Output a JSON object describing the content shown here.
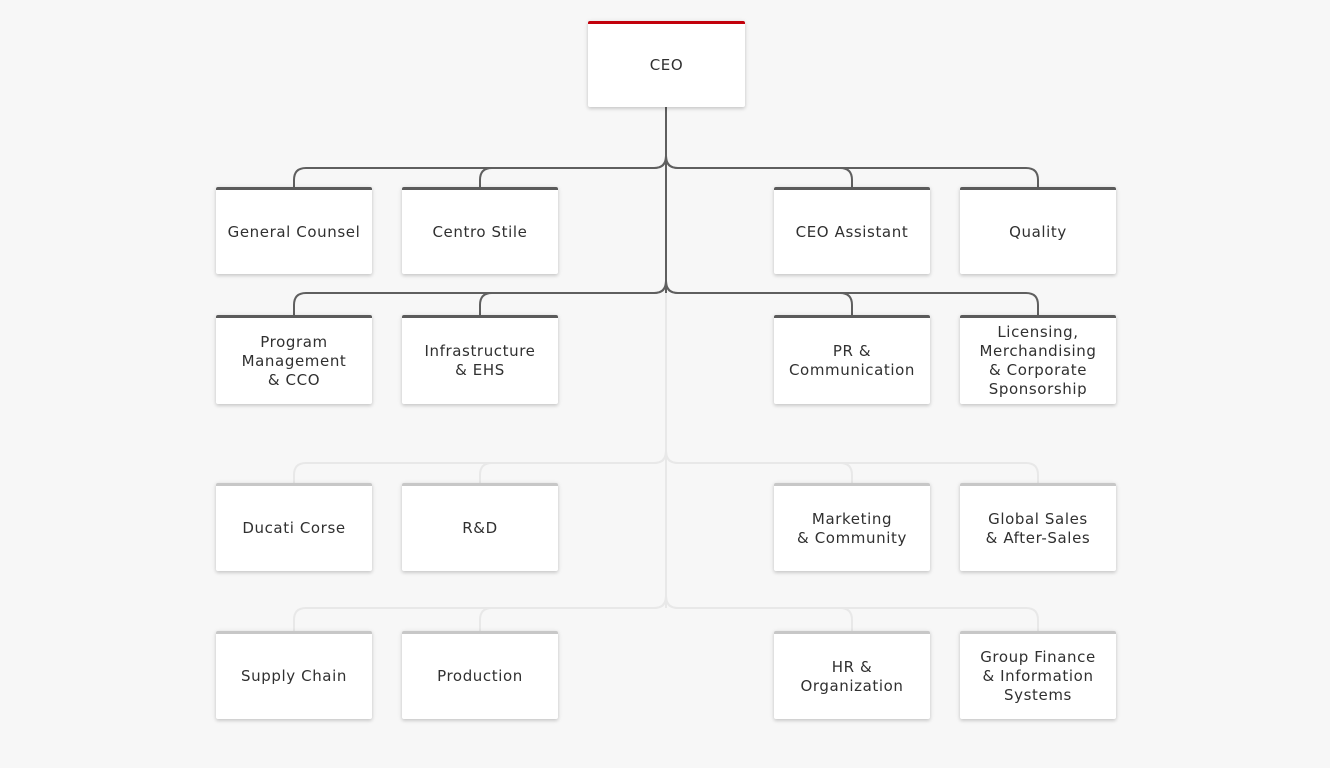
{
  "colors": {
    "bg": "#f7f7f7",
    "accent_red": "#c2000b",
    "connector_dark": "#5f5f5f",
    "connector_light": "#e8e8e8",
    "border_dark": "#5b5b5b",
    "border_light": "#c7c7c7",
    "text": "#303030"
  },
  "org_chart": {
    "type": "organizational-chart",
    "root": {
      "label": "CEO"
    },
    "levels": [
      {
        "emphasis": "dark",
        "left": [
          {
            "label": "General Counsel"
          },
          {
            "label": "Centro Stile"
          }
        ],
        "right": [
          {
            "label": "CEO Assistant"
          },
          {
            "label": "Quality"
          }
        ]
      },
      {
        "emphasis": "dark",
        "left": [
          {
            "label": [
              "Program",
              "Management",
              "& CCO"
            ]
          },
          {
            "label": [
              "Infrastructure",
              "& EHS"
            ]
          }
        ],
        "right": [
          {
            "label": [
              "PR &",
              "Communication"
            ]
          },
          {
            "label": [
              "Licensing,",
              "Merchandising",
              "& Corporate",
              "Sponsorship"
            ]
          }
        ]
      },
      {
        "emphasis": "light",
        "left": [
          {
            "label": "Ducati Corse"
          },
          {
            "label": "R&D"
          }
        ],
        "right": [
          {
            "label": [
              "Marketing",
              "& Community"
            ]
          },
          {
            "label": [
              "Global Sales",
              "& After-Sales"
            ]
          }
        ]
      },
      {
        "emphasis": "light",
        "left": [
          {
            "label": "Supply Chain"
          },
          {
            "label": "Production"
          }
        ],
        "right": [
          {
            "label": [
              "HR &",
              "Organization"
            ]
          },
          {
            "label": [
              "Group Finance",
              "& Information",
              "Systems"
            ]
          }
        ]
      }
    ]
  }
}
